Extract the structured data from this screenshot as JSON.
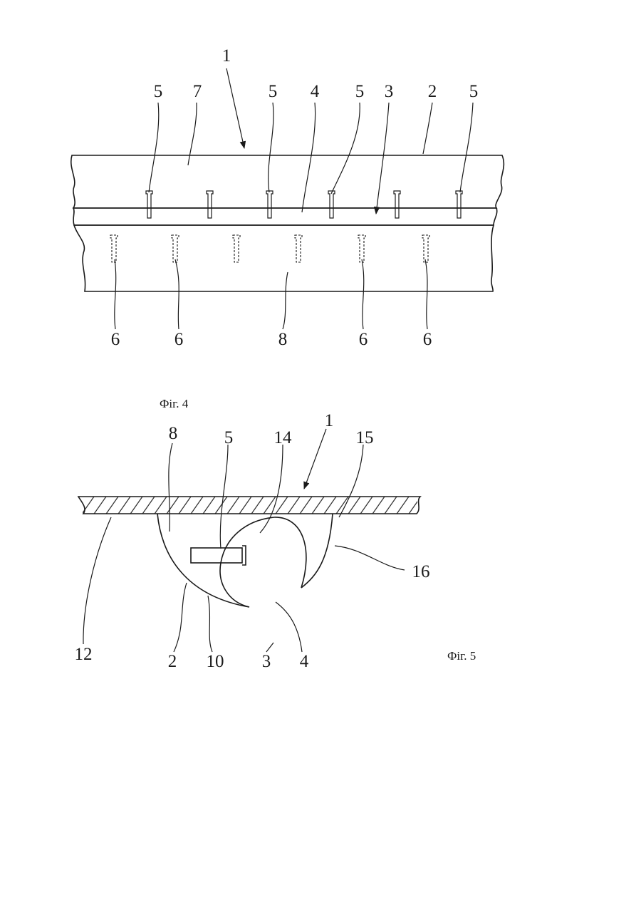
{
  "fig4": {
    "caption": "Фіг. 4",
    "labels": {
      "l1": "1",
      "l5a": "5",
      "l7": "7",
      "l5b": "5",
      "l4": "4",
      "l5c": "5",
      "l3": "3",
      "l2": "2",
      "l5d": "5",
      "l6a": "6",
      "l6b": "6",
      "l8": "8",
      "l6c": "6",
      "l6d": "6"
    }
  },
  "fig5": {
    "caption": "Фіг. 5",
    "labels": {
      "l8": "8",
      "l5": "5",
      "l14": "14",
      "l1": "1",
      "l15": "15",
      "l16": "16",
      "l12": "12",
      "l2": "2",
      "l10": "10",
      "l3": "3",
      "l4": "4"
    }
  },
  "colors": {
    "ink": "#1a1a1a",
    "paper": "#ffffff"
  }
}
